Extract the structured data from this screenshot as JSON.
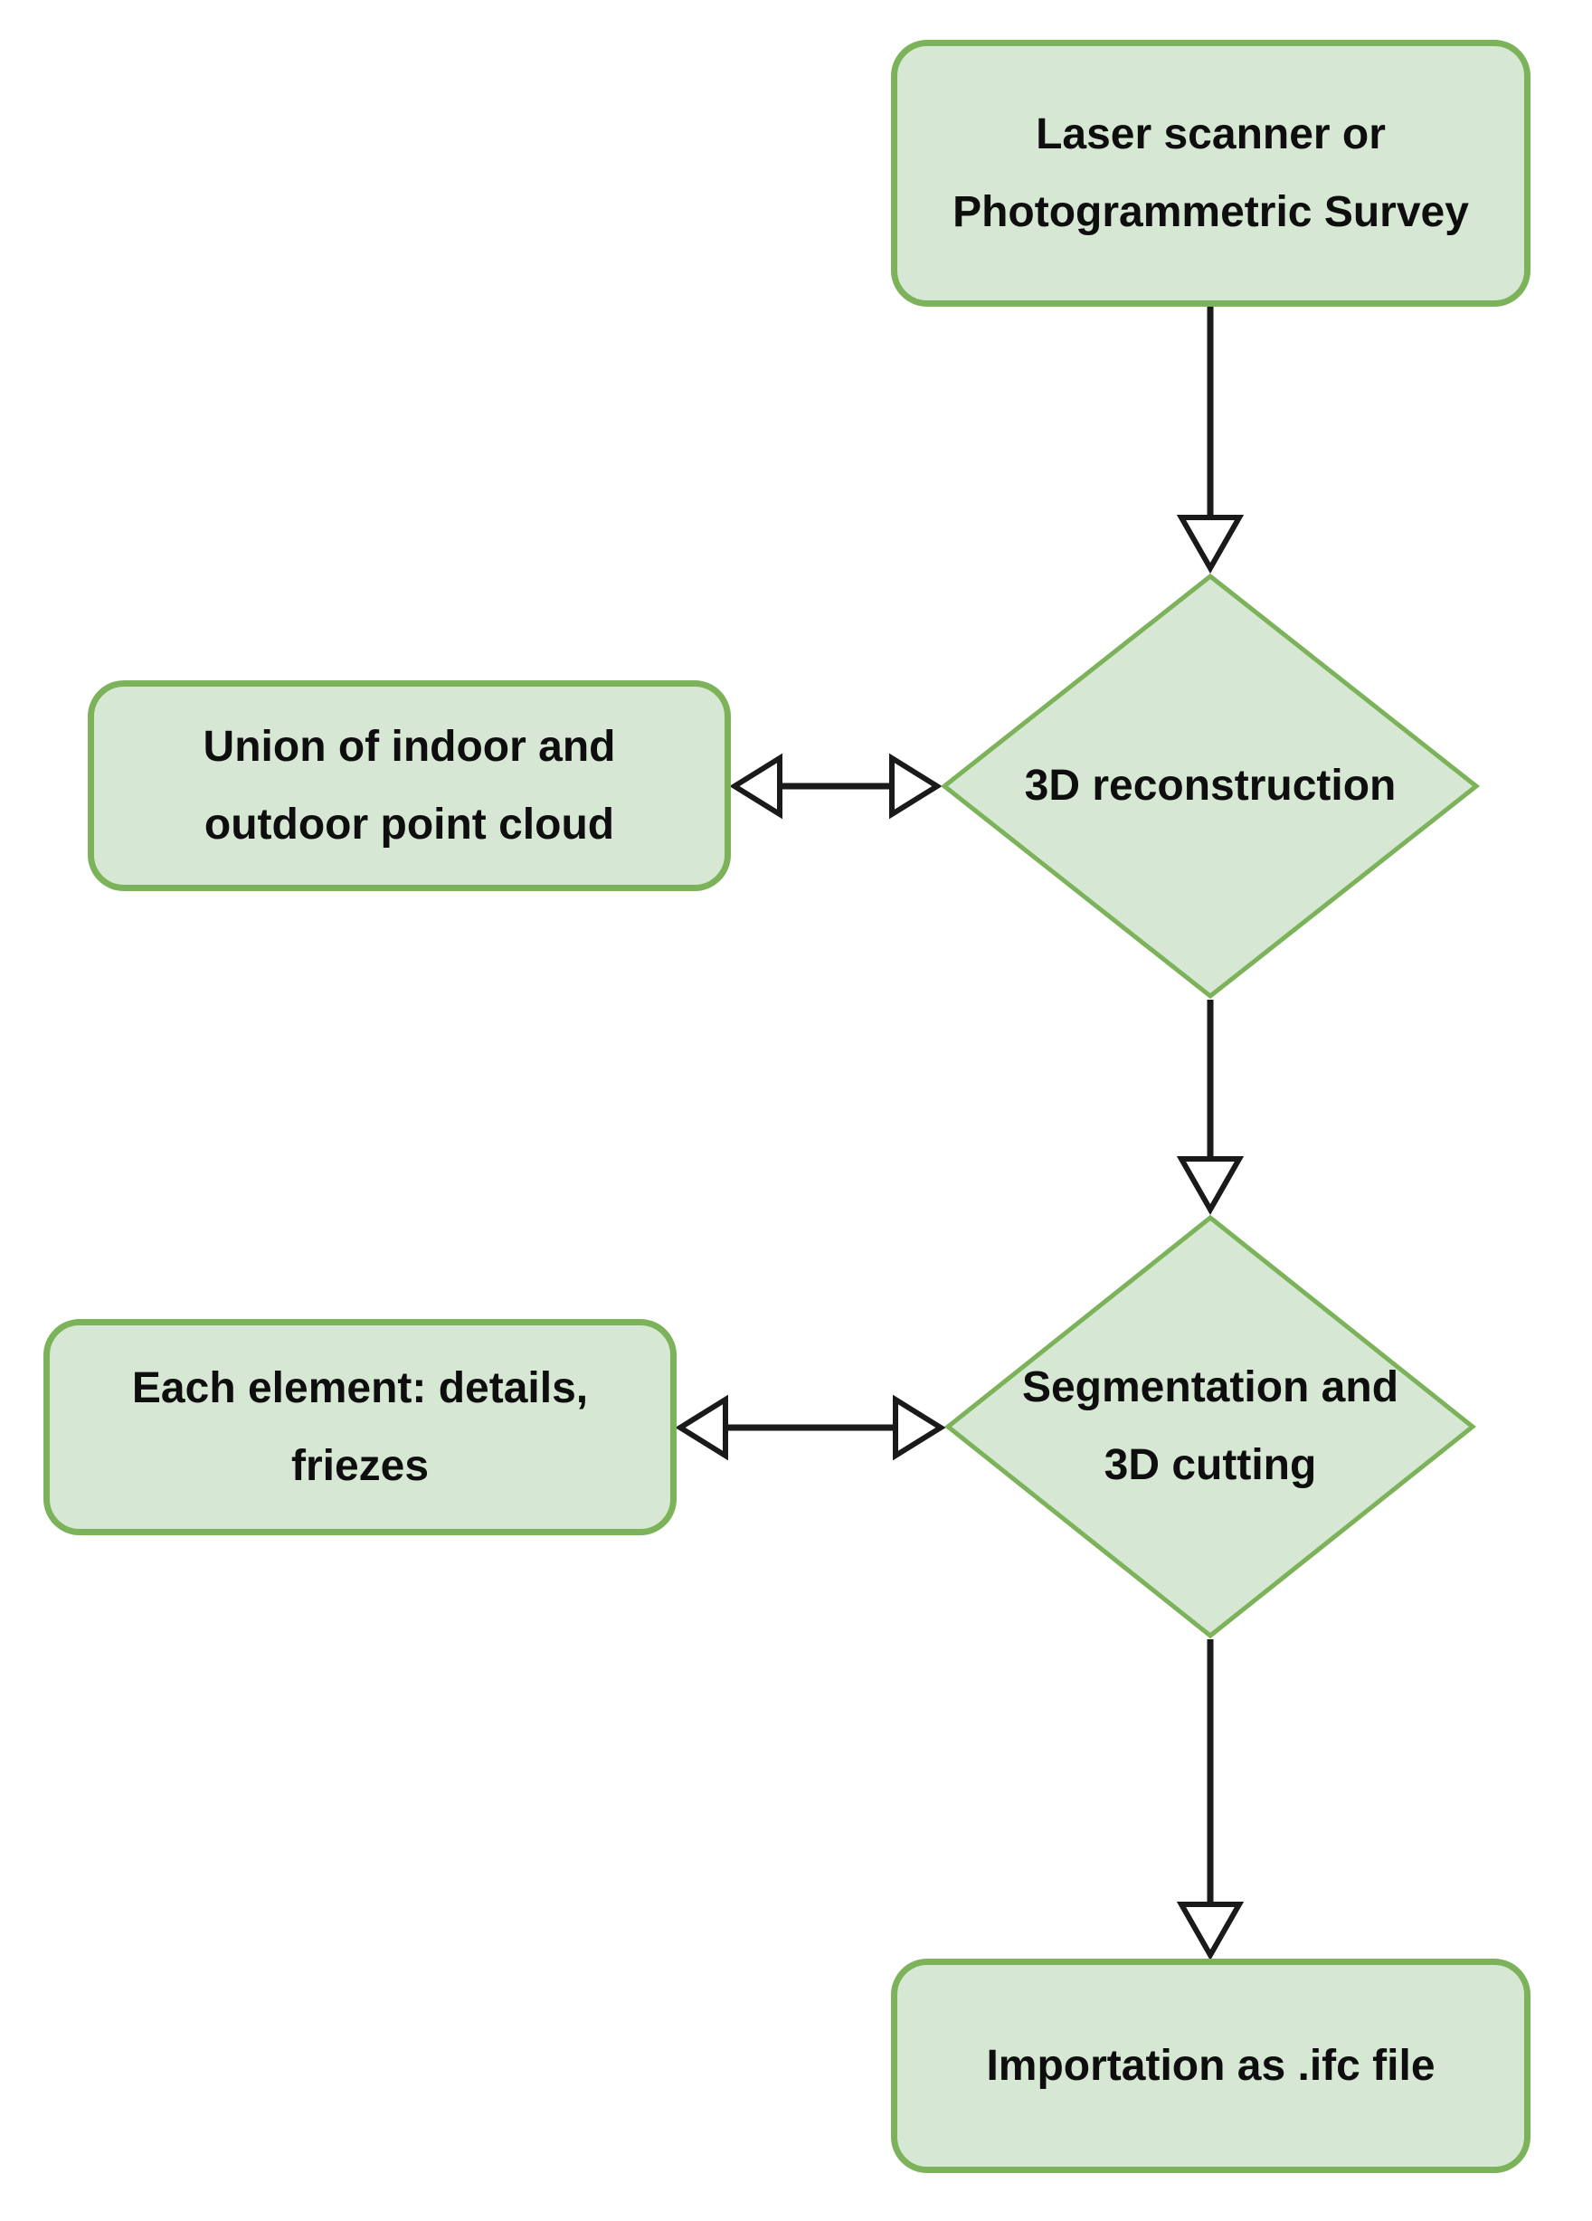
{
  "diagram_type": "flowchart",
  "colors": {
    "node_fill": "#d6e8d3",
    "node_stroke": "#7cb35a",
    "arrow": "#1a1a1a",
    "text": "#0e0e0e",
    "background": "#ffffff"
  },
  "nodes": {
    "survey": {
      "shape": "rounded-rectangle",
      "lines": [
        "Laser scanner or",
        "Photogrammetric Survey"
      ]
    },
    "reconstruction": {
      "shape": "diamond",
      "lines": [
        "3D reconstruction"
      ]
    },
    "union": {
      "shape": "rounded-rectangle",
      "lines": [
        "Union of indoor and",
        "outdoor point cloud"
      ]
    },
    "segmentation": {
      "shape": "diamond",
      "lines": [
        "Segmentation and",
        "3D cutting"
      ]
    },
    "elements": {
      "shape": "rounded-rectangle",
      "lines": [
        "Each element: details,",
        "friezes"
      ]
    },
    "import": {
      "shape": "rounded-rectangle",
      "lines": [
        "Importation as .ifc file"
      ]
    }
  },
  "connectors": [
    {
      "from": "survey",
      "to": "reconstruction",
      "direction": "down",
      "arrowhead": "open-triangle"
    },
    {
      "from": "reconstruction",
      "to": "union",
      "direction": "both",
      "arrowhead": "open-triangle"
    },
    {
      "from": "reconstruction",
      "to": "segmentation",
      "direction": "down",
      "arrowhead": "open-triangle"
    },
    {
      "from": "segmentation",
      "to": "elements",
      "direction": "both",
      "arrowhead": "open-triangle"
    },
    {
      "from": "segmentation",
      "to": "import",
      "direction": "down",
      "arrowhead": "open-triangle"
    }
  ]
}
